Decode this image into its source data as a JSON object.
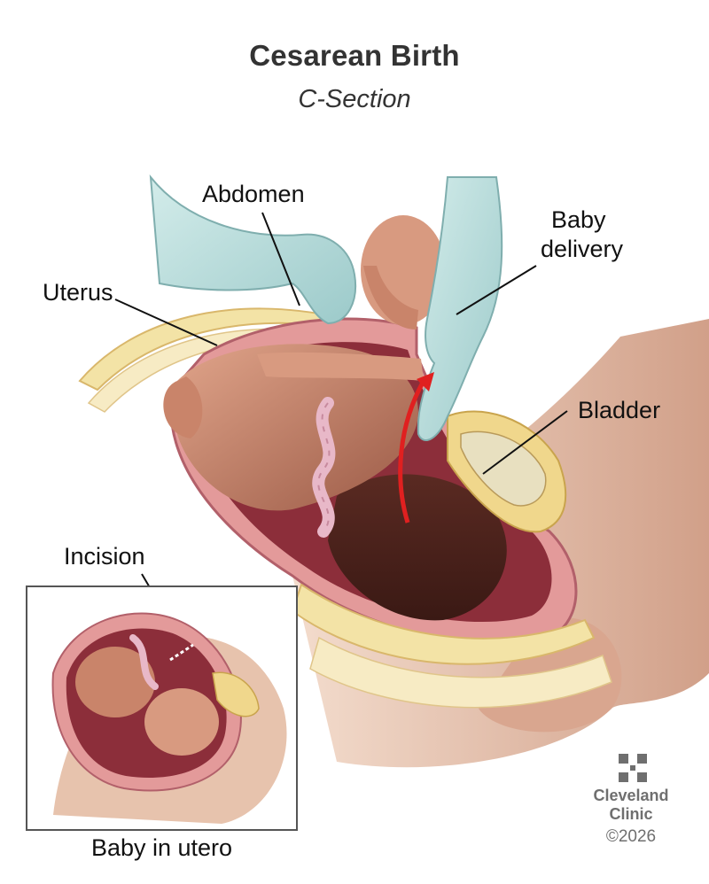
{
  "title": "Cesarean Birth",
  "subtitle": "C-Section",
  "labels": {
    "abdomen": "Abdomen",
    "baby_delivery": "Baby delivery",
    "baby_delivery_line1": "Baby",
    "baby_delivery_line2": "delivery",
    "uterus": "Uterus",
    "bladder": "Bladder",
    "incision": "Incision"
  },
  "inset_caption": "Baby in utero",
  "brand": {
    "name_line1": "Cleveland",
    "name_line2": "Clinic",
    "copyright": "©2026",
    "logo_icon": "cleveland-clinic-logo-icon"
  },
  "colors": {
    "glove": "#bfe0df",
    "skin": "#c98a74",
    "skin_dark": "#6b3a2b",
    "uterus_wall": "#e39a9a",
    "uterus_inner": "#8c2e3a",
    "fat_layer": "#f3e3a6",
    "bladder": "#f0d78c",
    "arrow": "#e02020",
    "umbilical_cord": "#e8b8c8",
    "body_contour": "#e7c3ad"
  }
}
